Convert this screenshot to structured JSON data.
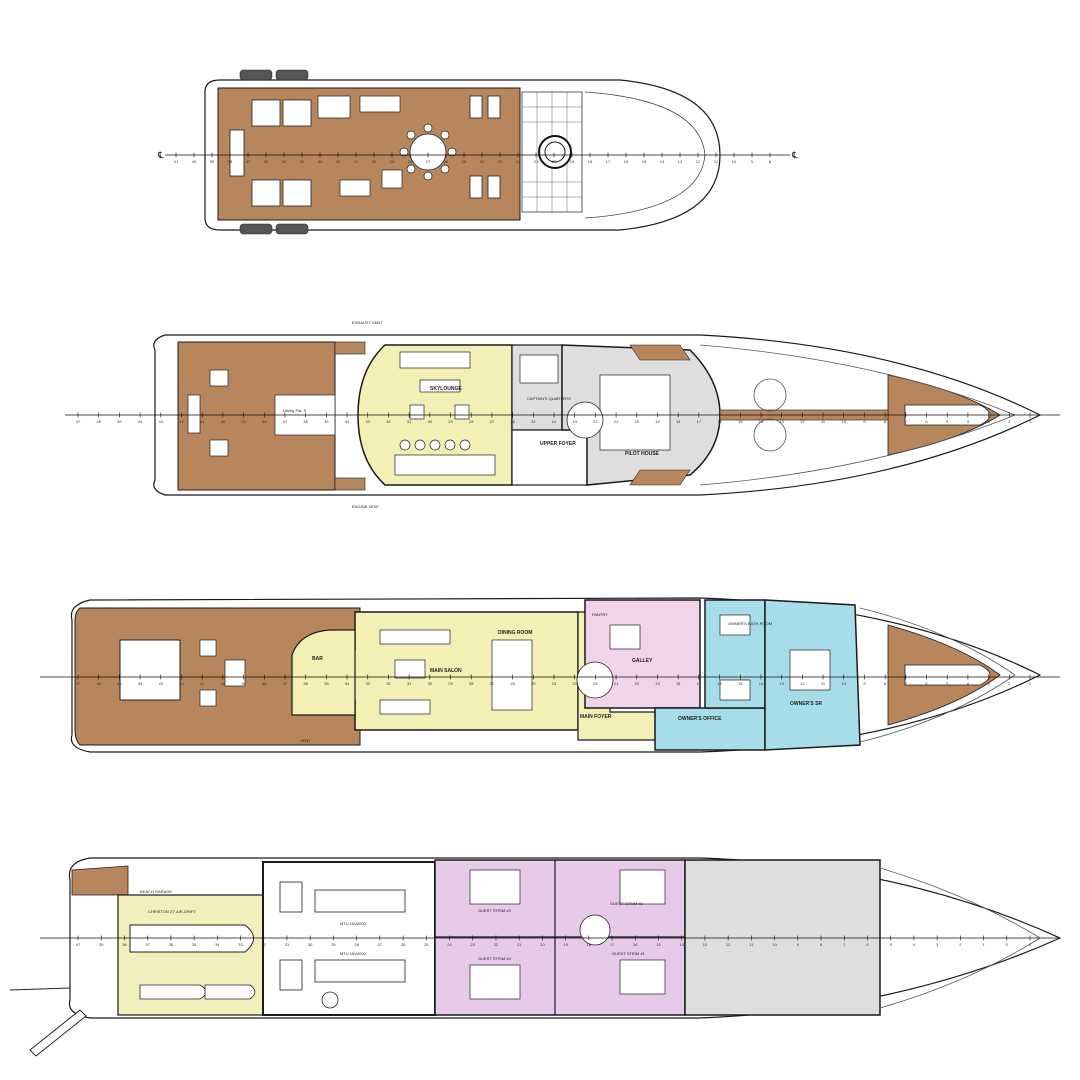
{
  "colors": {
    "teak": "#b8865c",
    "teak_line": "#8a6242",
    "lounge": "#f3efb5",
    "service": "#f2d3ec",
    "owner": "#a7dde8",
    "crew": "#dedede",
    "cabin": "#e7c9ea",
    "engine": "#ffffff",
    "tender_bay": "#f3efbd",
    "outline": "#1a1a1a"
  },
  "centerline_symbol": "℄",
  "decks": [
    {
      "id": "sundeck",
      "labels": [],
      "ticks": [
        "41",
        "40",
        "39",
        "38",
        "37",
        "36",
        "35",
        "34",
        "33",
        "32",
        "31",
        "30",
        "29",
        "28",
        "27",
        "26",
        "25",
        "24",
        "23",
        "22",
        "21",
        "20",
        "19",
        "18",
        "17",
        "16",
        "15",
        "14",
        "13",
        "12",
        "11",
        "10",
        "9",
        "8"
      ]
    },
    {
      "id": "bridge-deck",
      "labels": {
        "exhaust_vent": "EXHAUST VENT",
        "dining": "Dining Pat. S",
        "skylounge": "SKYLOUNGE",
        "captains_quarters": "CAPTAIN'S QUARTERS",
        "upper_foyer": "UPPER FOYER",
        "pilot_house": "PILOT HOUSE",
        "engine_vent": "ENGINE VENT"
      },
      "ticks": [
        "47",
        "46",
        "45",
        "44",
        "43",
        "42",
        "41",
        "40",
        "39",
        "38",
        "37",
        "36",
        "35",
        "34",
        "33",
        "32",
        "31",
        "30",
        "29",
        "28",
        "27",
        "26",
        "25",
        "24",
        "23",
        "22",
        "21",
        "20",
        "19",
        "18",
        "17",
        "16",
        "15",
        "14",
        "13",
        "12",
        "11",
        "10",
        "9",
        "8",
        "7",
        "6",
        "5",
        "4",
        "3",
        "2",
        "1"
      ]
    },
    {
      "id": "main-deck",
      "labels": {
        "bar": "BAR",
        "main_salon": "MAIN SALON",
        "dining_room": "DINING ROOM",
        "pantry": "PANTRY",
        "galley": "GALLEY",
        "main_foyer": "MAIN FOYER",
        "owners_office": "OWNER'S OFFICE",
        "owners_bathroom": "OWNER'S BATH-ROOM",
        "owners_sr": "OWNER'S SR",
        "vent": "VENT"
      },
      "ticks": [
        "47",
        "46",
        "45",
        "44",
        "43",
        "42",
        "41",
        "40",
        "39",
        "38",
        "37",
        "36",
        "35",
        "34",
        "33",
        "32",
        "31",
        "30",
        "29",
        "28",
        "27",
        "26",
        "25",
        "24",
        "23",
        "22",
        "21",
        "20",
        "19",
        "18",
        "17",
        "16",
        "15",
        "14",
        "13",
        "12",
        "11",
        "10",
        "9",
        "8",
        "7",
        "6",
        "5",
        "4",
        "3",
        "2",
        "1"
      ]
    },
    {
      "id": "lower-deck",
      "labels": {
        "tender": "CHRISTON 27' AIR-DRIFT",
        "engine_room_1": "MTU 16V4000",
        "engine_room_2": "MTU 16V4000",
        "guest_str_3": "GUEST STR/M #3",
        "guest_str_2": "GUEST STR/M #2",
        "guest_str_4": "GUEST STR/M #4",
        "guest_str_1": "GUEST STR/M #1",
        "beach_garage": "BEACH GARAGE"
      },
      "ticks": [
        "47",
        "39",
        "38",
        "37",
        "36",
        "35",
        "34",
        "33",
        "32",
        "31",
        "30",
        "29",
        "28",
        "27",
        "26",
        "25",
        "24",
        "23",
        "22",
        "21",
        "20",
        "19",
        "18",
        "17",
        "16",
        "15",
        "14",
        "13",
        "12",
        "11",
        "10",
        "9",
        "8",
        "7",
        "6",
        "5",
        "4",
        "3",
        "2",
        "1",
        "0",
        "1"
      ]
    }
  ]
}
